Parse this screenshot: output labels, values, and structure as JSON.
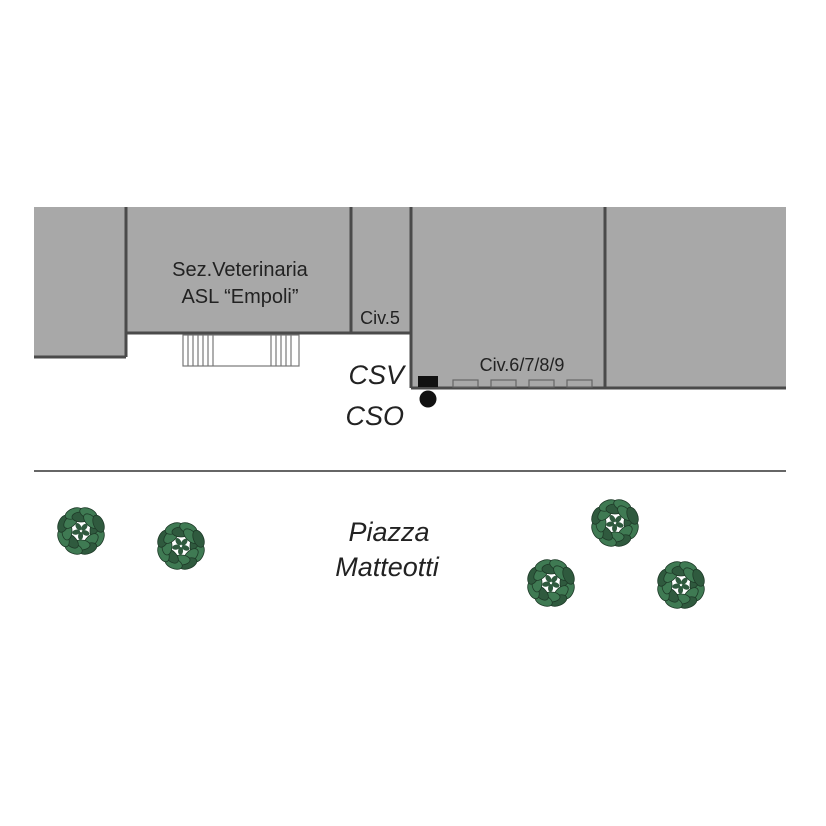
{
  "map": {
    "buildings": {
      "asl": {
        "line1": "Sez.Veterinaria",
        "line2": "ASL “Empoli”"
      },
      "civ5": "Civ.5",
      "civ6789": "Civ.6/7/8/9"
    },
    "markers": {
      "csv": "CSV",
      "cso": "CSO"
    },
    "square": {
      "line1": "Piazza",
      "line2": "Matteotti"
    }
  },
  "colors": {
    "building_fill": "#a8a8a8",
    "building_stroke": "#4a4a4a",
    "tree_leaf": "#3f7a53",
    "tree_leaf_dark": "#2f5a3e",
    "marker": "#111111",
    "road_line": "#666666"
  },
  "icons": {
    "tree": "tree-icon",
    "csv_marker": "square-marker-icon",
    "cso_marker": "circle-marker-icon"
  }
}
